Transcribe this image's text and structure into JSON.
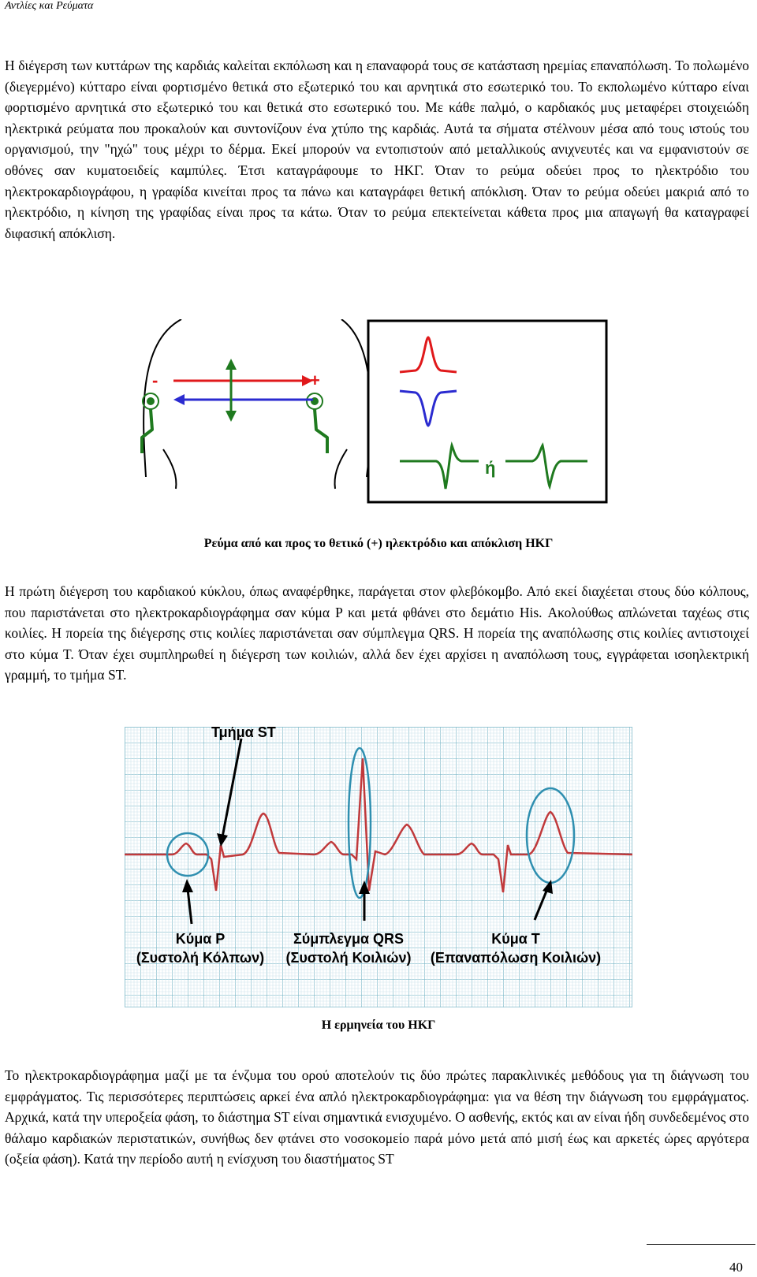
{
  "header": {
    "running_title": "Αντλίες και Ρεύματα"
  },
  "paragraphs": {
    "p1": "Η διέγερση των κυττάρων της καρδιάς καλείται εκπόλωση και η επαναφορά τους σε κατάσταση ηρεμίας επαναπόλωση. Το πολωμένο (διεγερμένο) κύτταρο είναι φορτισμένο θετικά στο εξωτερικό του και αρνητικά στο εσωτερικό του. Το εκπολωμένο κύτταρο είναι φορτισμένο αρνητικά στο εξωτερικό του και θετικά στο εσωτερικό του. Με κάθε παλμό, ο καρδιακός μυς μεταφέρει στοιχειώδη ηλεκτρικά ρεύματα που προκαλούν και συντονίζουν ένα χτύπο της καρδιάς. Αυτά τα σήματα στέλνουν μέσα από τους ιστούς του οργανισμού, την \"ηχώ\" τους μέχρι το δέρμα. Εκεί μπορούν να εντοπιστούν από μεταλλικούς ανιχνευτές και να εμφανιστούν σε οθόνες σαν κυματοειδείς καμπύλες. Έτσι καταγράφουμε το ΗΚΓ. Όταν το ρεύμα οδεύει προς το ηλεκτρόδιο του ηλεκτροκαρδιογράφου, η γραφίδα κινείται προς τα πάνω και καταγράφει θετική απόκλιση. Όταν το ρεύμα οδεύει μακριά από το ηλεκτρόδιο, η κίνηση της γραφίδας είναι προς τα κάτω. Όταν το ρεύμα επεκτείνεται κάθετα προς μια απαγωγή θα καταγραφεί διφασική απόκλιση.",
    "p2": "Η πρώτη διέγερση του καρδιακού κύκλου, όπως αναφέρθηκε, παράγεται στον φλεβόκομβο. Από εκεί διαχέεται στους δύο κόλπους, που παριστάνεται στο ηλεκτροκαρδιογράφημα σαν κύμα P και μετά φθάνει στο δεμάτιο His. Ακολούθως απλώνεται ταχέως στις κοιλίες. Η πορεία της διέγερσης στις κοιλίες παριστάνεται σαν σύμπλεγμα QRS. Η πορεία της αναπόλωσης στις κοιλίες αντιστοιχεί στο κύμα T. Όταν έχει συμπληρωθεί η διέγερση των κοιλιών, αλλά δεν έχει αρχίσει η αναπόλωση τους, εγγράφεται ισοηλεκτρική γραμμή, το τμήμα ST.",
    "p3": "Το ηλεκτροκαρδιογράφημα μαζί με τα ένζυμα του ορού αποτελούν τις δύο πρώτες παρακλινικές μεθόδους για τη διάγνωση του εμφράγματος. Τις περισσότερες περιπτώσεις αρκεί ένα απλό ηλεκτροκαρδιογράφημα: για να θέση την διάγνωση του εμφράγματος. Αρχικά, κατά την υπεροξεία φάση, το διάστημα ST είναι σημαντικά ενισχυμένο. Ο ασθενής, εκτός και αν είναι ήδη συνδεδεμένος στο θάλαμο καρδιακών περιστατικών, συνήθως δεν φτάνει στο νοσοκομείο παρά μόνο μετά από μισή έως και αρκετές ώρες αργότερα (οξεία φάση). Κατά την περίοδο αυτή η ενίσχυση του διαστήματος ST"
  },
  "figure1": {
    "minus_label": "-",
    "plus_label": "+",
    "or_label": "ή",
    "caption": "Ρεύμα από και προς το θετικό (+) ηλεκτρόδιο και απόκλιση ΗΚΓ",
    "colors": {
      "red": "#e0191b",
      "blue": "#2b2bd0",
      "green": "#1f7a1f"
    }
  },
  "figure2": {
    "st_label": "Τμήμα ST",
    "p_label_1": "Κύμα P",
    "p_label_2": "(Συστολή Κόλπων)",
    "qrs_label_1": "Σύμπλεγμα QRS",
    "qrs_label_2": "(Συστολή Κοιλιών)",
    "t_label_1": "Κύμα T",
    "t_label_2": "(Επαναπόλωση Κοιλιών)",
    "caption": "Η ερμηνεία του ΗΚΓ",
    "colors": {
      "grid": "#7fb9c9",
      "trace": "#c0393b",
      "circle": "#2f8fb0"
    }
  },
  "footer": {
    "page_number": "40"
  }
}
